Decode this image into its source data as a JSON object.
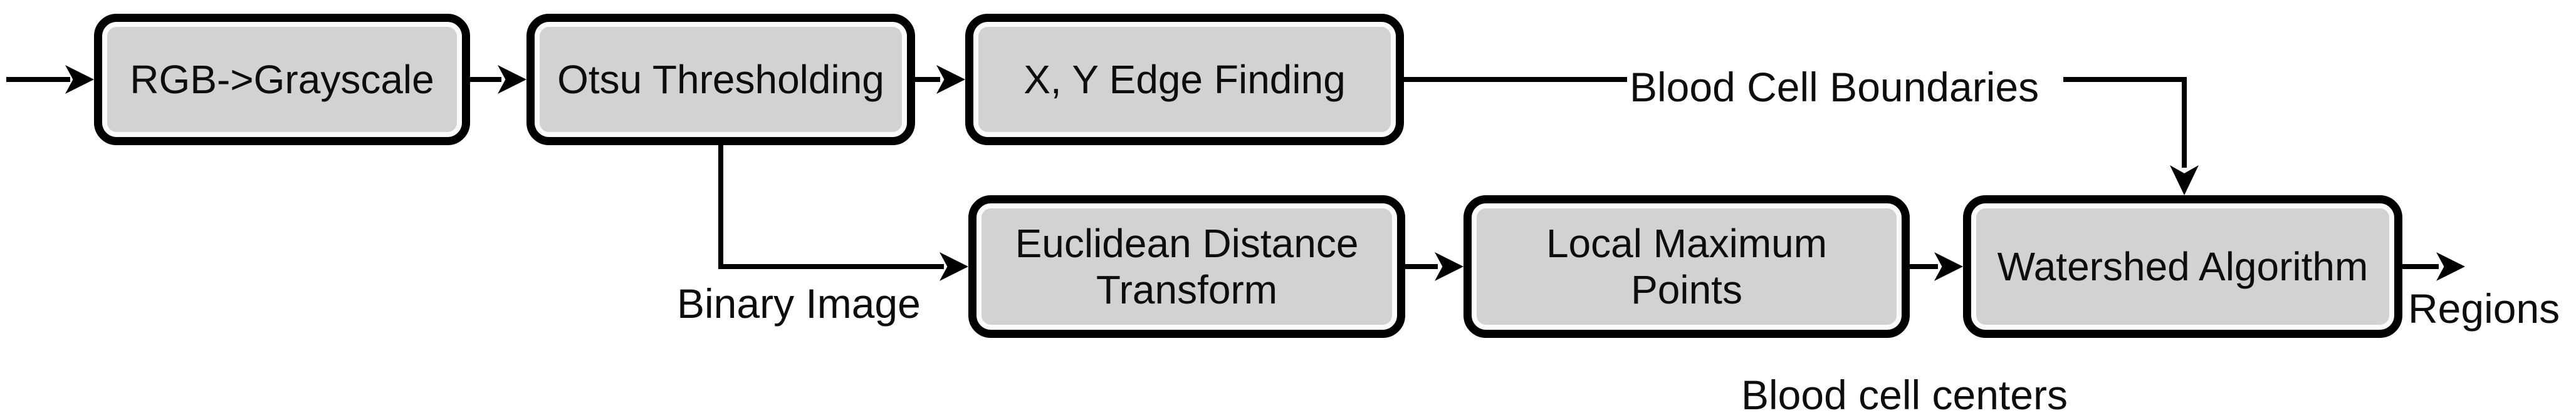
{
  "diagram": {
    "type": "flowchart",
    "nodes": [
      {
        "id": "rgb_grayscale",
        "label": "RGB->Grayscale"
      },
      {
        "id": "otsu_thresholding",
        "label": "Otsu Thresholding"
      },
      {
        "id": "xy_edge_finding",
        "label": "X, Y Edge Finding"
      },
      {
        "id": "euclidean_distance",
        "label": "Euclidean Distance\nTransform"
      },
      {
        "id": "local_maximum",
        "label": "Local Maximum\nPoints"
      },
      {
        "id": "watershed",
        "label": "Watershed Algorithm"
      }
    ],
    "edge_labels": {
      "boundaries": "Blood Cell Boundaries",
      "binary": "Binary Image",
      "centers": "Blood cell centers",
      "regions": "Regions"
    },
    "edges": [
      {
        "from": "input",
        "to": "rgb_grayscale",
        "label": ""
      },
      {
        "from": "rgb_grayscale",
        "to": "otsu_thresholding",
        "label": ""
      },
      {
        "from": "otsu_thresholding",
        "to": "xy_edge_finding",
        "label": ""
      },
      {
        "from": "xy_edge_finding",
        "to": "watershed",
        "label": "Blood Cell Boundaries"
      },
      {
        "from": "otsu_thresholding",
        "to": "euclidean_distance",
        "label": "Binary Image"
      },
      {
        "from": "euclidean_distance",
        "to": "local_maximum",
        "label": ""
      },
      {
        "from": "local_maximum",
        "to": "watershed",
        "label": "Blood cell centers"
      },
      {
        "from": "watershed",
        "to": "output",
        "label": "Regions"
      }
    ],
    "colors": {
      "background": "#ffffff",
      "node_fill": "#d2d2d2",
      "node_border": "#000000",
      "text": "#0d0d0d"
    }
  }
}
